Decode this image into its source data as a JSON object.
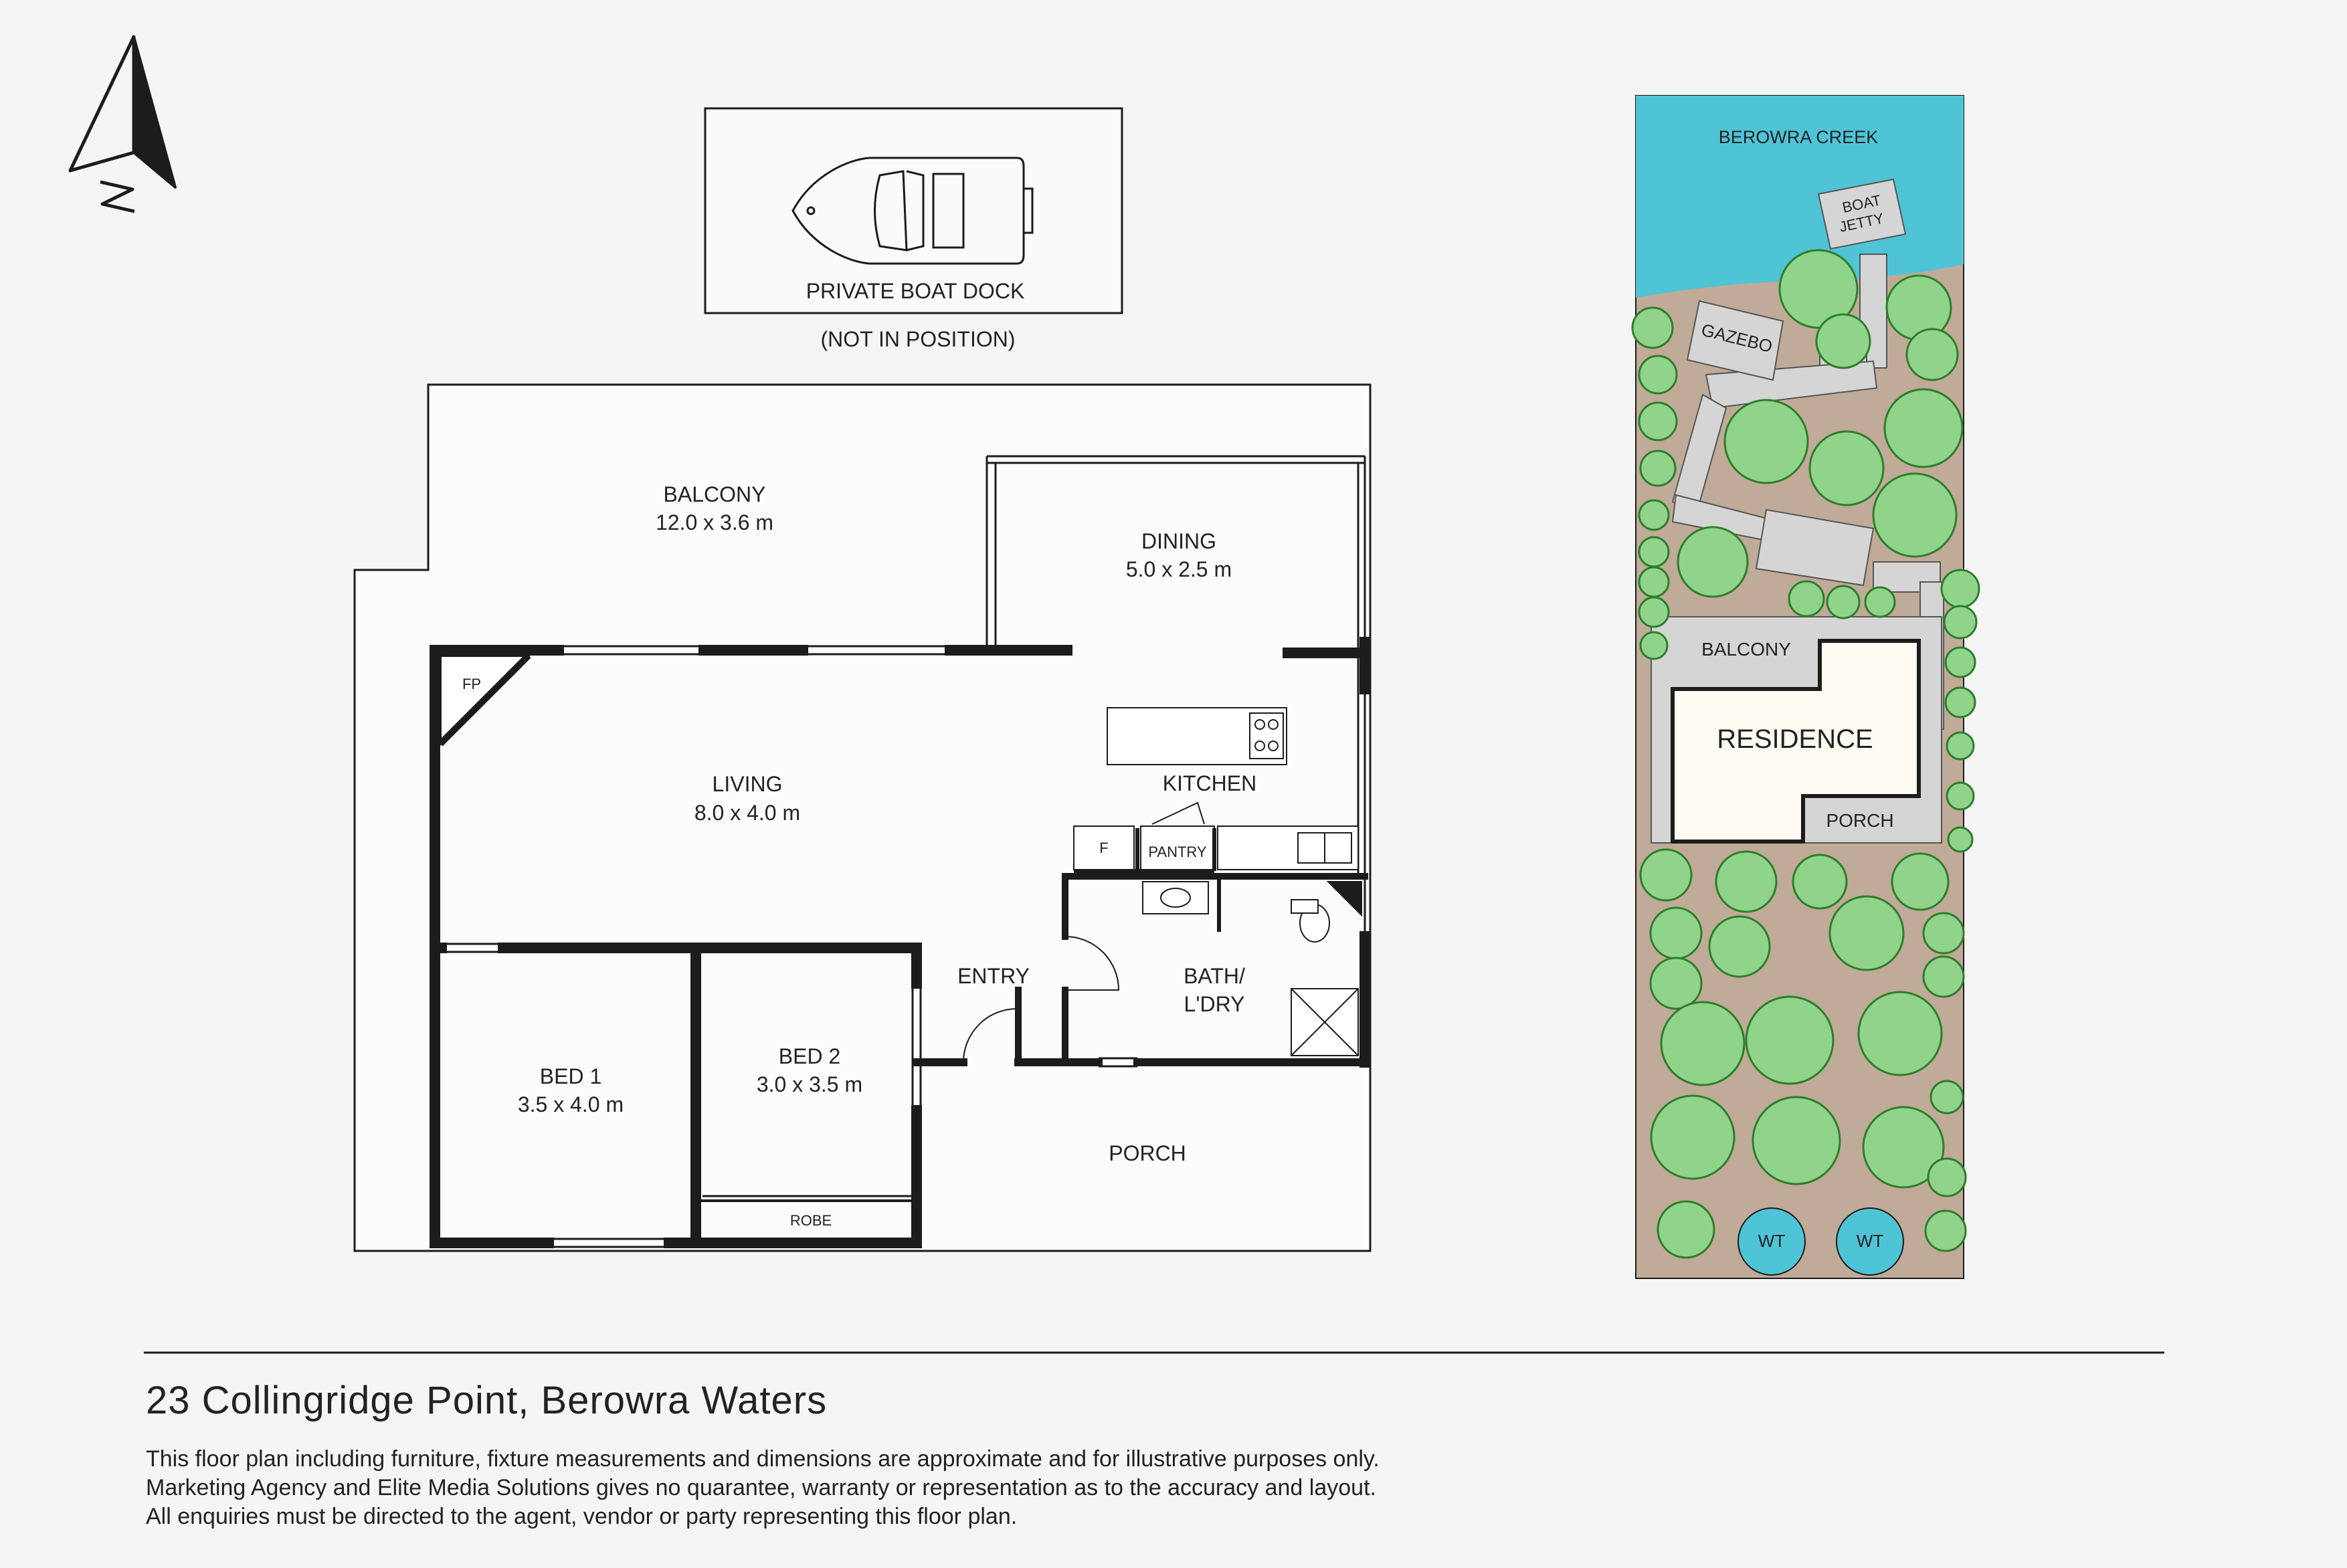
{
  "dock": {
    "label": "PRIVATE BOAT DOCK",
    "note": "(NOT IN POSITION)"
  },
  "rooms": {
    "balcony": {
      "name": "BALCONY",
      "size": "12.0 x 3.6 m"
    },
    "dining": {
      "name": "DINING",
      "size": "5.0 x 2.5 m"
    },
    "living": {
      "name": "LIVING",
      "size": "8.0 x 4.0 m"
    },
    "kitchen": {
      "name": "KITCHEN"
    },
    "fp": "FP",
    "fridge": "F",
    "pantry": "PANTRY",
    "entry": "ENTRY",
    "bath": {
      "line1": "BATH/",
      "line2": "L'DRY"
    },
    "bed1": {
      "name": "BED 1",
      "size": "3.5 x 4.0 m"
    },
    "bed2": {
      "name": "BED 2",
      "size": "3.0 x 3.5 m"
    },
    "robe": "ROBE",
    "porch": "PORCH"
  },
  "site": {
    "creek": "BEROWRA CREEK",
    "jetty": {
      "line1": "BOAT",
      "line2": "JETTY"
    },
    "gazebo": "GAZEBO",
    "balcony": "BALCONY",
    "residence": "RESIDENCE",
    "porch": "PORCH",
    "tank1": "WT",
    "tank2": "WT"
  },
  "footer": {
    "address": "23 Collingridge Point, Berowra Waters",
    "line1": "This floor plan including furniture, fixture measurements and dimensions are approximate and for illustrative purposes only.",
    "line2": "Marketing Agency and Elite Media Solutions gives no quarantee, warranty or representation as to the accuracy and layout.",
    "line3": "All enquiries must be directed to the agent, vendor or party representing this floor plan."
  },
  "colors": {
    "wall": "#1c1c1c",
    "water": "#4fc4d6",
    "ground": "#c0aa98",
    "tree": "#8fd48a",
    "tree_outline": "#2f7d2c",
    "residence": "#fdfbf2",
    "deck": "#d5d5d5"
  }
}
